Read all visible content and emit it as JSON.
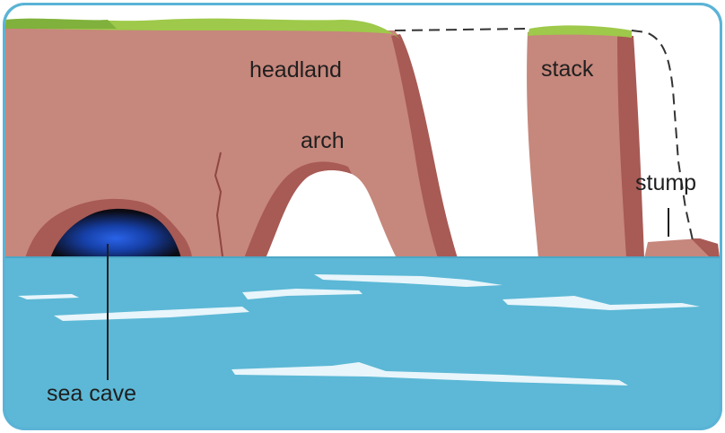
{
  "labels": {
    "headland": "headland",
    "arch": "arch",
    "stack": "stack",
    "stump": "stump",
    "sea_cave": "sea cave"
  },
  "colors": {
    "frame": "#5ab3d6",
    "cliff": "#c6877c",
    "cliff_shadow": "#a85a55",
    "cliff_edge": "#8f4642",
    "grass": "#9ec94a",
    "grass_dark": "#7fb13c",
    "sea": "#5cb8d6",
    "sky": "#ffffff",
    "cave_dark": "#101018",
    "cave_glow": "#1a4bd0",
    "foam": "#e8f5fb",
    "text": "#1f1f1f"
  }
}
